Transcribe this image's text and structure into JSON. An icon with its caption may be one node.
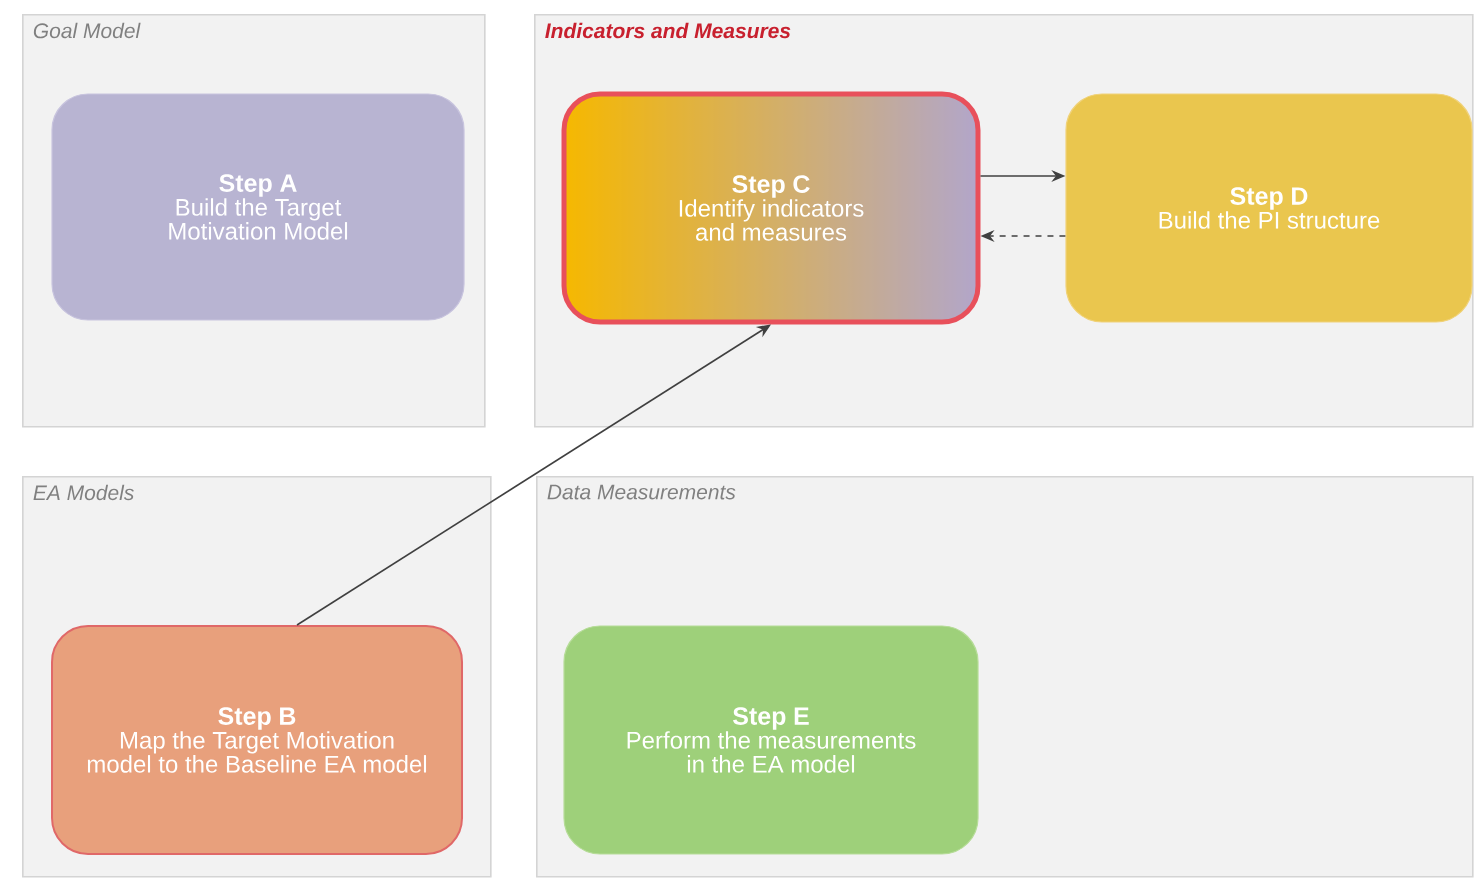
{
  "diagram": {
    "nodes": [
      {
        "text": [
          "Goal Model"
        ]
      },
      {
        "text": [
          "Step A",
          "Build the Target Motivation Model"
        ],
        "in": 0
      },
      {
        "text": [
          "Indicators and Measures"
        ]
      },
      {
        "text": [
          "Step C",
          "Identify indicators and measures"
        ],
        "in": 2
      },
      {
        "text": [
          "Step D",
          "Build the PI structure"
        ],
        "in": 2
      },
      {
        "text": [
          "EA Models"
        ]
      },
      {
        "text": [
          "Step B",
          "Map the Target Motivation model to the Baseline EA model"
        ],
        "in": 5
      },
      {
        "text": [
          "Data Measurements"
        ]
      },
      {
        "text": [
          "Step E",
          "Perform the measurements in the EA model"
        ],
        "in": 7
      }
    ],
    "edges": [
      {
        "from": 6,
        "to": 3,
        "arrow": "to"
      },
      {
        "from": 3,
        "to": 4,
        "arrow": "to"
      },
      {
        "from": 4,
        "to": 3,
        "arrow": "to",
        "style": "dashed"
      }
    ]
  }
}
